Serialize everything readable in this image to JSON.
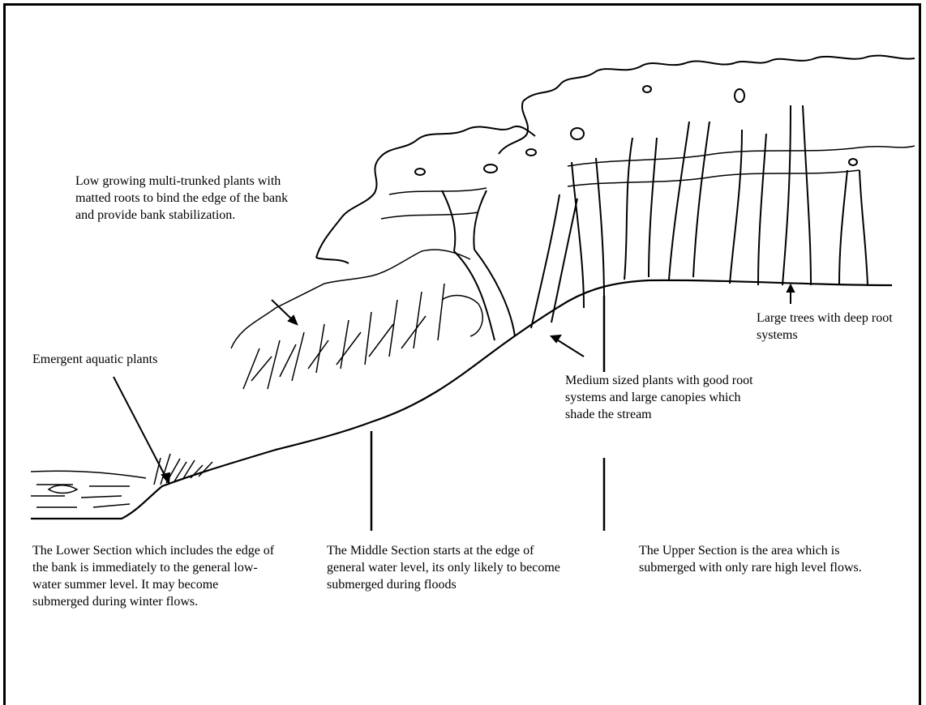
{
  "labels": {
    "low_growing": "Low growing multi-trunked plants with matted roots to bind the edge of the bank and provide bank stabilization.",
    "emergent": "Emergent aquatic plants",
    "large_trees": "Large trees with deep root systems",
    "medium_plants": "Medium sized plants with good root systems and large canopies which shade the stream",
    "lower_section": "The Lower Section which includes the edge of the bank is immediately to the general low-water summer level. It may become submerged during winter flows.",
    "middle_section": "The Middle Section starts at the edge of general water level, its only likely to become submerged during floods",
    "upper_section": "The Upper Section is the area which is submerged with only rare high level flows."
  }
}
